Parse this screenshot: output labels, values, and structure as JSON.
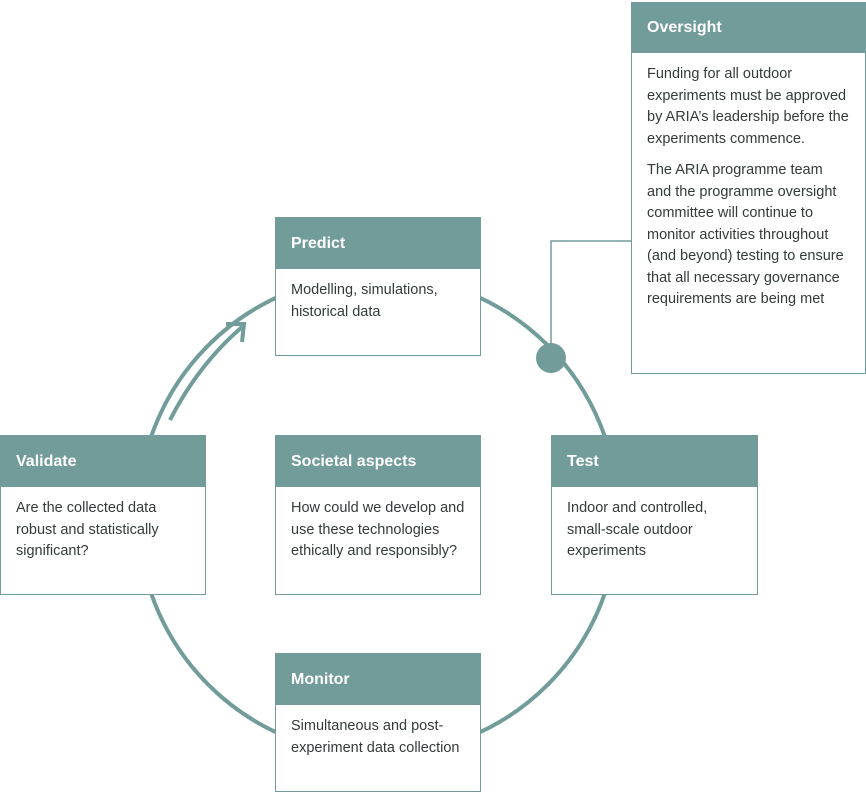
{
  "colors": {
    "accent": "#729c9a",
    "text": "#333a3a",
    "background": "#ffffff"
  },
  "cards": {
    "predict": {
      "title": "Predict",
      "body": "Modelling, simulations, historical data"
    },
    "test": {
      "title": "Test",
      "body": "Indoor and controlled, small-scale outdoor experiments"
    },
    "monitor": {
      "title": "Monitor",
      "body": "Simultaneous and post-experiment data collection"
    },
    "validate": {
      "title": "Validate",
      "body": "Are the collected data robust and statistically significant?"
    },
    "societal": {
      "title": "Societal aspects",
      "body": "How could we develop and use these technologies ethically and responsibly?"
    },
    "oversight": {
      "title": "Oversight",
      "para1": "Funding for all outdoor experiments must be approved by ARIA’s leadership before the experiments commence.",
      "para2": "The ARIA programme team and the programme oversight committee will continue to monitor activities throughout (and beyond) testing to ensure that all necessary governance requirements are being met"
    }
  }
}
